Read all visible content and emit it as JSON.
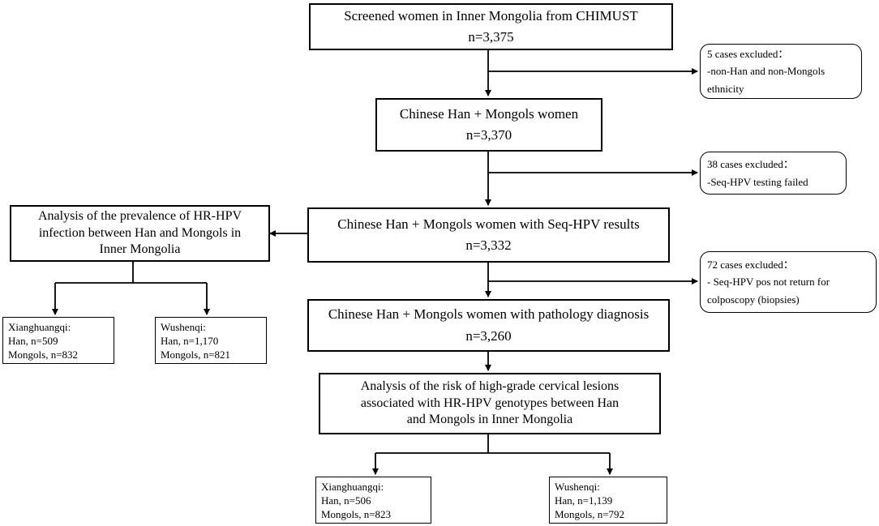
{
  "boxes": {
    "screened": {
      "line1": "Screened women in Inner Mongolia from CHIMUST",
      "line2": "n=3,375"
    },
    "han_mongols": {
      "line1": "Chinese Han + Mongols women",
      "line2": "n=3,370"
    },
    "seq_hpv": {
      "line1": "Chinese Han + Mongols women with Seq-HPV results",
      "line2": "n=3,332"
    },
    "pathology": {
      "line1": "Chinese Han + Mongols women with pathology diagnosis",
      "line2": "n=3,260"
    },
    "risk_analysis": {
      "lines": [
        "Analysis of the risk of  high-grade cervical lesions",
        "associated with HR-HPV genotypes between Han",
        "and Mongols in Inner Mongolia"
      ]
    },
    "prevalence_analysis": {
      "lines": [
        "Analysis of the prevalence of HR-HPV",
        "infection between Han and Mongols in",
        "Inner Mongolia"
      ]
    },
    "prev_xianghuangqi": {
      "name": "Xianghuangqi:",
      "han": "Han, n=509",
      "mongols": "Mongols, n=832"
    },
    "prev_wushenqi": {
      "name": "Wushenqi:",
      "han": "Han, n=1,170",
      "mongols": "Mongols, n=821"
    },
    "risk_xianghuangqi": {
      "name": "Xianghuangqi:",
      "han": "Han, n=506",
      "mongols": "Mongols, n=823"
    },
    "risk_wushenqi": {
      "name": "Wushenqi:",
      "han": "Han, n=1,139",
      "mongols": "Mongols, n=792"
    }
  },
  "exclusions": {
    "excl1": {
      "lines": [
        "5 cases excluded：",
        "-non-Han and non-Mongols",
        "ethnicity"
      ]
    },
    "excl2": {
      "lines": [
        "38 cases excluded：",
        "-Seq-HPV testing failed"
      ]
    },
    "excl3": {
      "lines": [
        "72 cases excluded：",
        "- Seq-HPV pos not return for",
        "colposcopy (biopsies)"
      ]
    }
  },
  "colors": {
    "line": "#000000",
    "background": "#ffffff"
  }
}
